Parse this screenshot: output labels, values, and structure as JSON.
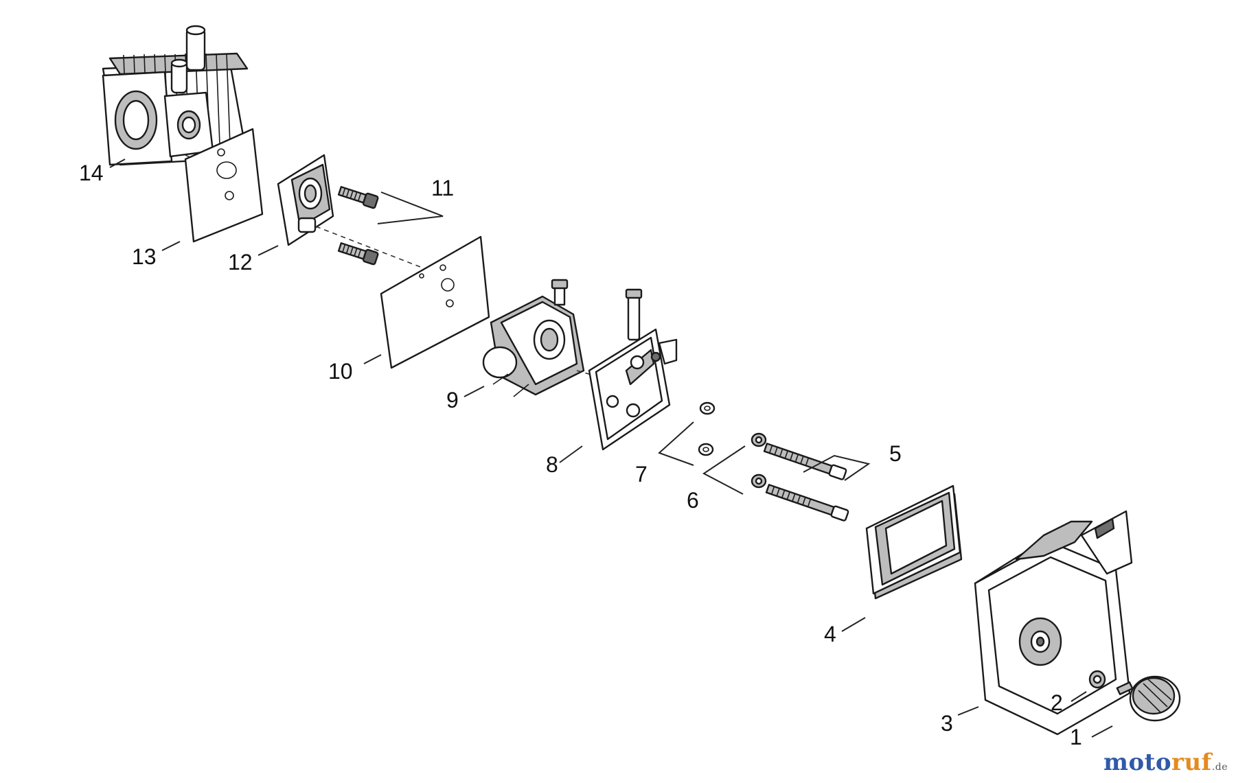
{
  "callouts": [
    {
      "id": "1",
      "label": "1"
    },
    {
      "id": "2",
      "label": "2"
    },
    {
      "id": "3",
      "label": "3"
    },
    {
      "id": "4",
      "label": "4"
    },
    {
      "id": "5",
      "label": "5"
    },
    {
      "id": "6",
      "label": "6"
    },
    {
      "id": "7",
      "label": "7"
    },
    {
      "id": "8",
      "label": "8"
    },
    {
      "id": "9",
      "label": "9"
    },
    {
      "id": "10",
      "label": "10"
    },
    {
      "id": "11",
      "label": "11"
    },
    {
      "id": "12",
      "label": "12"
    },
    {
      "id": "13",
      "label": "13"
    },
    {
      "id": "14",
      "label": "14"
    }
  ],
  "watermark": {
    "brand_part1": "moto",
    "brand_part2": "ruf",
    "suffix": ".de",
    "colors": {
      "part1": "#2f5aa8",
      "part2": "#e58a1f"
    }
  }
}
